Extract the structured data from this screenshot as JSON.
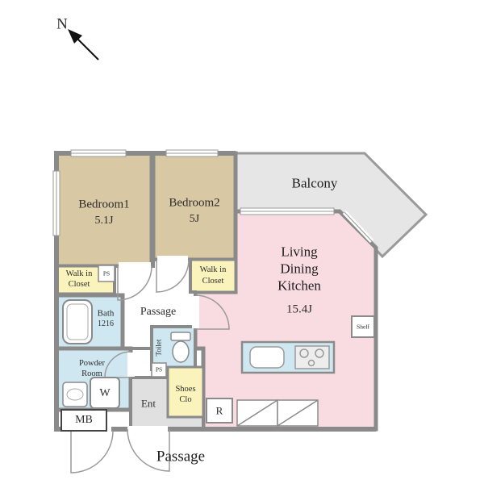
{
  "compass": {
    "north_label": "N"
  },
  "rooms": {
    "bedroom1": {
      "name": "Bedroom1",
      "size": "5.1J"
    },
    "bedroom2": {
      "name": "Bedroom2",
      "size": "5J"
    },
    "balcony": {
      "name": "Balcony"
    },
    "ldk": {
      "line1": "Living",
      "line2": "Dining",
      "line3": "Kitchen",
      "size": "15.4J"
    },
    "walk_in_closet_1": {
      "line1": "Walk in",
      "line2": "Closet"
    },
    "walk_in_closet_2": {
      "line1": "Walk in",
      "line2": "Closet"
    },
    "bath": {
      "name": "Bath",
      "size": "1216"
    },
    "passage": {
      "name": "Passage"
    },
    "toilet": {
      "name": "Toilet"
    },
    "powder_room": {
      "line1": "Powder",
      "line2": "Room"
    },
    "entrance": {
      "name": "Ent"
    },
    "shoes_closet": {
      "line1": "Shoes",
      "line2": "Clo"
    },
    "outside_passage": {
      "name": "Passage"
    }
  },
  "fixtures": {
    "washing_machine_label": "W",
    "meter_box_label": "MB",
    "refrigerator_label": "R",
    "shelf_label": "Shelf",
    "pipe_space_1_label": "PS",
    "pipe_space_2_label": "PS"
  },
  "colors": {
    "wall": "#8a8a8a",
    "bedroom_fill": "#d9c8a4",
    "ldk_fill": "#f9dce2",
    "wet_area_fill": "#cfe7f1",
    "closet_fill": "#fbf3bc",
    "balcony_fill": "#e6e6e6",
    "entrance_fill": "#e0e0e0"
  }
}
